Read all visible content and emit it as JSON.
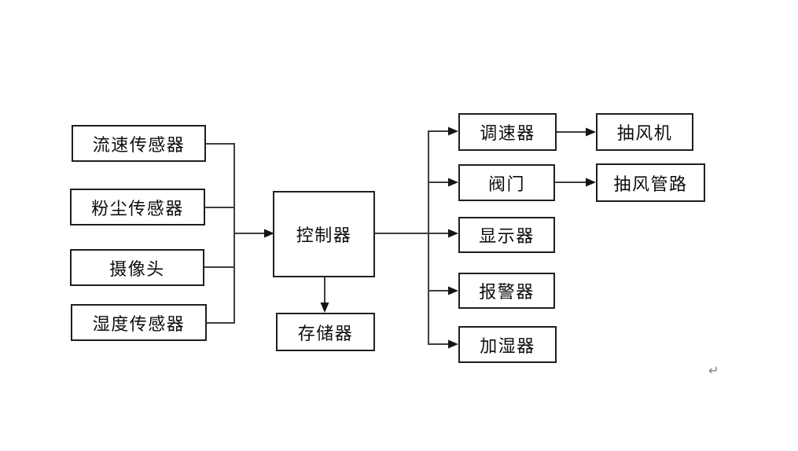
{
  "diagram": {
    "title": "ventilation-dust-control-system-block-diagram",
    "nodes": {
      "flow_sensor": {
        "label": "流速传感器"
      },
      "dust_sensor": {
        "label": "粉尘传感器"
      },
      "camera": {
        "label": "摄像头"
      },
      "humidity_sensor": {
        "label": "湿度传感器"
      },
      "controller": {
        "label": "控制器"
      },
      "storage": {
        "label": "存储器"
      },
      "speed_governor": {
        "label": "调速器"
      },
      "valve": {
        "label": "阀门"
      },
      "display": {
        "label": "显示器"
      },
      "alarm": {
        "label": "报警器"
      },
      "humidifier": {
        "label": "加湿器"
      },
      "exhaust_fan": {
        "label": "抽风机"
      },
      "exhaust_duct": {
        "label": "抽风管路"
      }
    },
    "edges": [
      {
        "from": "flow_sensor",
        "to": "controller"
      },
      {
        "from": "dust_sensor",
        "to": "controller"
      },
      {
        "from": "camera",
        "to": "controller"
      },
      {
        "from": "humidity_sensor",
        "to": "controller"
      },
      {
        "from": "controller",
        "to": "storage"
      },
      {
        "from": "controller",
        "to": "speed_governor"
      },
      {
        "from": "controller",
        "to": "valve"
      },
      {
        "from": "controller",
        "to": "display"
      },
      {
        "from": "controller",
        "to": "alarm"
      },
      {
        "from": "controller",
        "to": "humidifier"
      },
      {
        "from": "speed_governor",
        "to": "exhaust_fan"
      },
      {
        "from": "valve",
        "to": "exhaust_duct"
      }
    ],
    "page_mark": "↵",
    "colors": {
      "background": "#ffffff",
      "box_border": "#1f1f1f",
      "line": "#3d3d3d",
      "arrowhead": "#141414",
      "text": "#0d0d0d",
      "page_mark": "#7d7d84"
    }
  }
}
